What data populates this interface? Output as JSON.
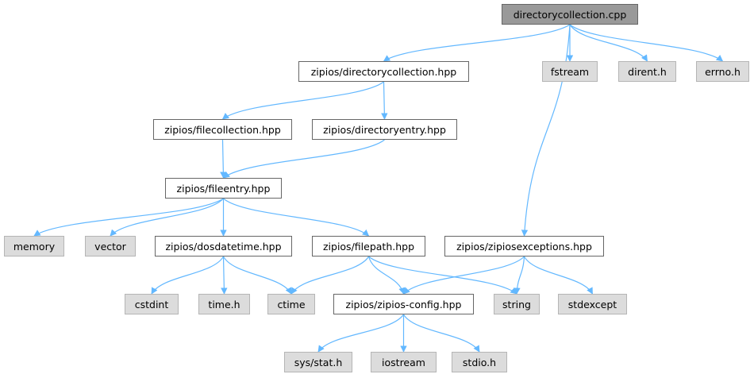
{
  "diagram": {
    "colors": {
      "edge": "#63b8ff",
      "root_fill": "#999999",
      "local_fill": "#ffffff",
      "system_fill": "#dcdcdc"
    },
    "nodes": [
      {
        "id": "dircoll_cpp",
        "label": "directorycollection.cpp",
        "kind": "root"
      },
      {
        "id": "dircoll_hpp",
        "label": "zipios/directorycollection.hpp",
        "kind": "local"
      },
      {
        "id": "fstream",
        "label": "fstream",
        "kind": "system"
      },
      {
        "id": "dirent",
        "label": "dirent.h",
        "kind": "system"
      },
      {
        "id": "errno",
        "label": "errno.h",
        "kind": "system"
      },
      {
        "id": "filecoll_hpp",
        "label": "zipios/filecollection.hpp",
        "kind": "local"
      },
      {
        "id": "direntry_hpp",
        "label": "zipios/directoryentry.hpp",
        "kind": "local"
      },
      {
        "id": "fileentry_hpp",
        "label": "zipios/fileentry.hpp",
        "kind": "local"
      },
      {
        "id": "memory",
        "label": "memory",
        "kind": "system"
      },
      {
        "id": "vector",
        "label": "vector",
        "kind": "system"
      },
      {
        "id": "dosdatetime_hpp",
        "label": "zipios/dosdatetime.hpp",
        "kind": "local"
      },
      {
        "id": "filepath_hpp",
        "label": "zipios/filepath.hpp",
        "kind": "local"
      },
      {
        "id": "zipiosexc_hpp",
        "label": "zipios/zipiosexceptions.hpp",
        "kind": "local"
      },
      {
        "id": "cstdint",
        "label": "cstdint",
        "kind": "system"
      },
      {
        "id": "time_h",
        "label": "time.h",
        "kind": "system"
      },
      {
        "id": "ctime",
        "label": "ctime",
        "kind": "system"
      },
      {
        "id": "config_hpp",
        "label": "zipios/zipios-config.hpp",
        "kind": "local"
      },
      {
        "id": "string",
        "label": "string",
        "kind": "system"
      },
      {
        "id": "stdexcept",
        "label": "stdexcept",
        "kind": "system"
      },
      {
        "id": "sysstat",
        "label": "sys/stat.h",
        "kind": "system"
      },
      {
        "id": "iostream",
        "label": "iostream",
        "kind": "system"
      },
      {
        "id": "stdio",
        "label": "stdio.h",
        "kind": "system"
      }
    ],
    "edges": [
      [
        "dircoll_cpp",
        "dircoll_hpp"
      ],
      [
        "dircoll_cpp",
        "fstream"
      ],
      [
        "dircoll_cpp",
        "dirent"
      ],
      [
        "dircoll_cpp",
        "errno"
      ],
      [
        "dircoll_cpp",
        "zipiosexc_hpp"
      ],
      [
        "dircoll_hpp",
        "filecoll_hpp"
      ],
      [
        "dircoll_hpp",
        "direntry_hpp"
      ],
      [
        "filecoll_hpp",
        "fileentry_hpp"
      ],
      [
        "direntry_hpp",
        "fileentry_hpp"
      ],
      [
        "fileentry_hpp",
        "memory"
      ],
      [
        "fileentry_hpp",
        "vector"
      ],
      [
        "fileentry_hpp",
        "dosdatetime_hpp"
      ],
      [
        "fileentry_hpp",
        "filepath_hpp"
      ],
      [
        "dosdatetime_hpp",
        "cstdint"
      ],
      [
        "dosdatetime_hpp",
        "time_h"
      ],
      [
        "dosdatetime_hpp",
        "ctime"
      ],
      [
        "filepath_hpp",
        "ctime"
      ],
      [
        "filepath_hpp",
        "config_hpp"
      ],
      [
        "filepath_hpp",
        "string"
      ],
      [
        "zipiosexc_hpp",
        "config_hpp"
      ],
      [
        "zipiosexc_hpp",
        "string"
      ],
      [
        "zipiosexc_hpp",
        "stdexcept"
      ],
      [
        "config_hpp",
        "sysstat"
      ],
      [
        "config_hpp",
        "iostream"
      ],
      [
        "config_hpp",
        "stdio"
      ]
    ]
  }
}
